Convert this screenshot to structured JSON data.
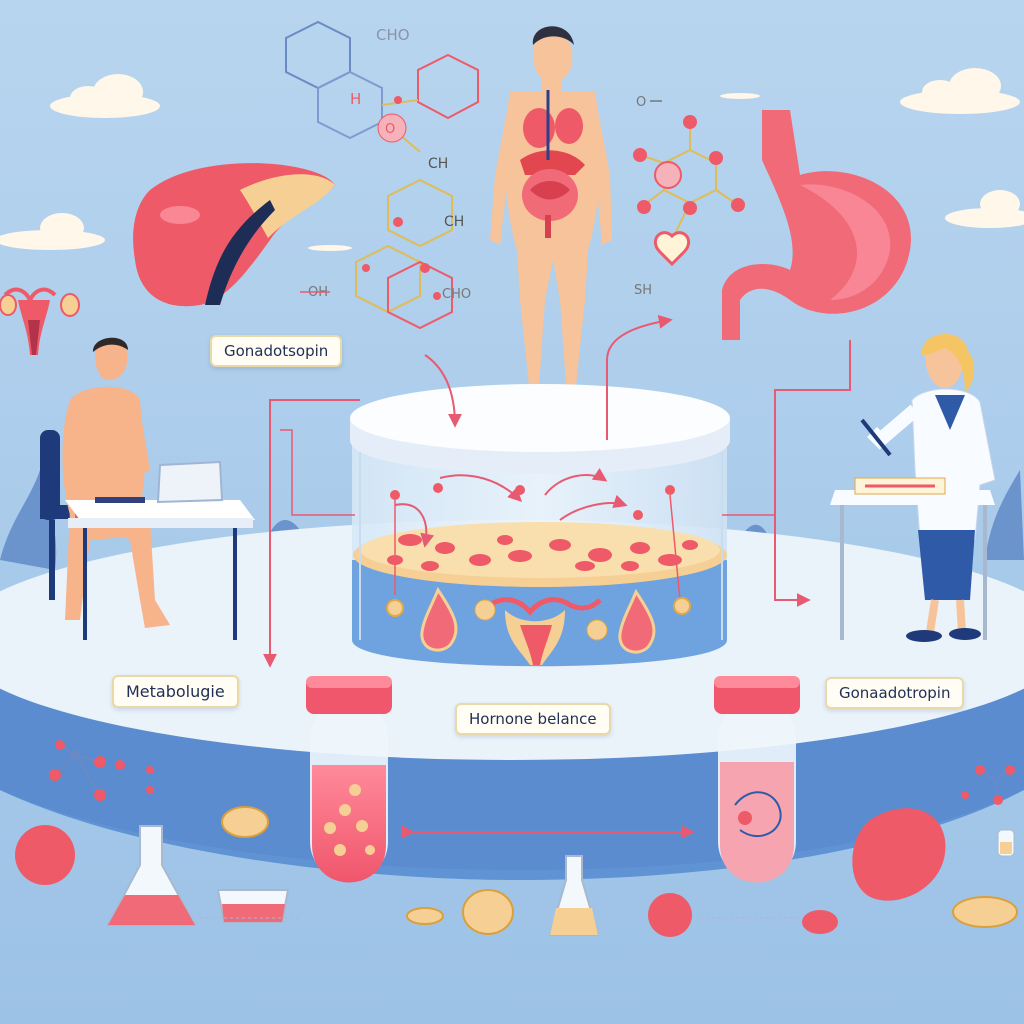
{
  "labels": {
    "top_left": "Gonadotsopin",
    "middle_left": "Metabolugie",
    "center": "Hornone belance",
    "right": "Gonaadotropin"
  },
  "formula_text": {
    "cho": "CHO",
    "h": "H",
    "o_ring": "O",
    "ch_1": "CH",
    "ch_2": "CH",
    "oh_left": "OH",
    "cho_2": "CHO",
    "sh": "SH",
    "o_top": "O"
  },
  "colors": {
    "sky": "#a9cbe9",
    "platform": "#eaf2fa",
    "platform_side": "#5f93d4",
    "organ_red": "#ee5a68",
    "skin": "#f7c39a",
    "label_border": "#e9d9a8",
    "arrow": "#e85a72"
  }
}
